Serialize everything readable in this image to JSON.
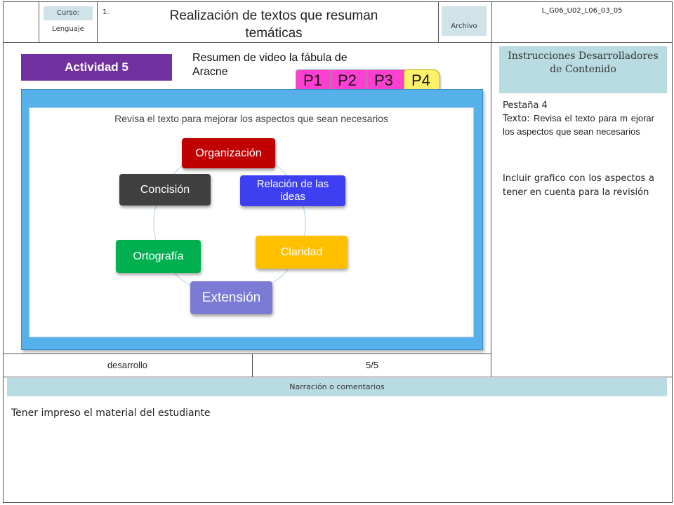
{
  "header": {
    "course_label": "Curso:",
    "subject": "Lenguaje",
    "number": "1.",
    "title": "Realización de textos que resuman temáticas",
    "archive_label": "Archivo",
    "code": "L_G06_U02_L06_03_05"
  },
  "activity": {
    "label": "Actividad 5",
    "video_title": "Resumen de video la fábula de Aracne"
  },
  "tabs": [
    {
      "label": "P1",
      "state": "inactive"
    },
    {
      "label": "P2",
      "state": "inactive"
    },
    {
      "label": "P3",
      "state": "inactive"
    },
    {
      "label": "P4",
      "state": "active"
    }
  ],
  "panel": {
    "instruction": "Revisa el texto para mejorar los aspectos que sean necesarios"
  },
  "cycle": {
    "nodes": [
      {
        "label": "Organización",
        "color": "#c00000"
      },
      {
        "label": "Relación de las ideas",
        "color": "#3f3ff2"
      },
      {
        "label": "Claridad",
        "color": "#ffc000"
      },
      {
        "label": "Extensión",
        "color": "#7b7bd6"
      },
      {
        "label": "Ortografía",
        "color": "#00b050"
      },
      {
        "label": "Concisión",
        "color": "#404040"
      }
    ],
    "ring_color": "#bcd9e6"
  },
  "instructions": {
    "header": "Instrucciones Desarrolladores de Contenido",
    "tab_line": "Pestaña 4",
    "text_label": "Texto:",
    "text_value": "Revisa el texto para m ejorar los aspectos que sean necesarios",
    "note": "Incluir grafico con los aspectos a tener en cuenta para la revisión"
  },
  "status": {
    "stage": "desarrollo",
    "page": "5/5"
  },
  "narration": {
    "header": "Narración o comentarios",
    "text": "Tener impreso el material del estudiante"
  },
  "colors": {
    "activity_bg": "#7030a0",
    "tab_pink": "#ff3fd1",
    "tab_active": "#fff16b",
    "panel_blue": "#56b0ea",
    "label_bg": "#cfe3e8"
  }
}
